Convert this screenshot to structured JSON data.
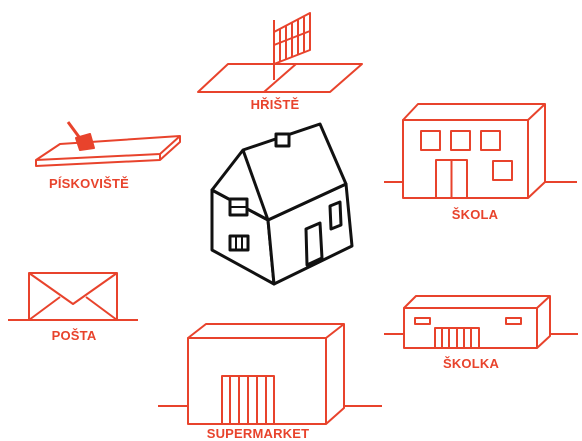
{
  "colors": {
    "accent": "#e8432c",
    "house": "#111111",
    "background": "#ffffff"
  },
  "center": {
    "icon": "house-icon"
  },
  "places": [
    {
      "id": "hriste",
      "label": "HŘIŠTĚ",
      "icon": "playground-icon"
    },
    {
      "id": "piskoviste",
      "label": "PÍSKOVIŠTĚ",
      "icon": "sandbox-icon"
    },
    {
      "id": "skola",
      "label": "ŠKOLA",
      "icon": "school-building-icon"
    },
    {
      "id": "posta",
      "label": "POŠTA",
      "icon": "envelope-icon"
    },
    {
      "id": "skolka",
      "label": "ŠKOLKA",
      "icon": "kindergarten-building-icon"
    },
    {
      "id": "supermarket",
      "label": "SUPERMARKET",
      "icon": "supermarket-building-icon"
    }
  ]
}
